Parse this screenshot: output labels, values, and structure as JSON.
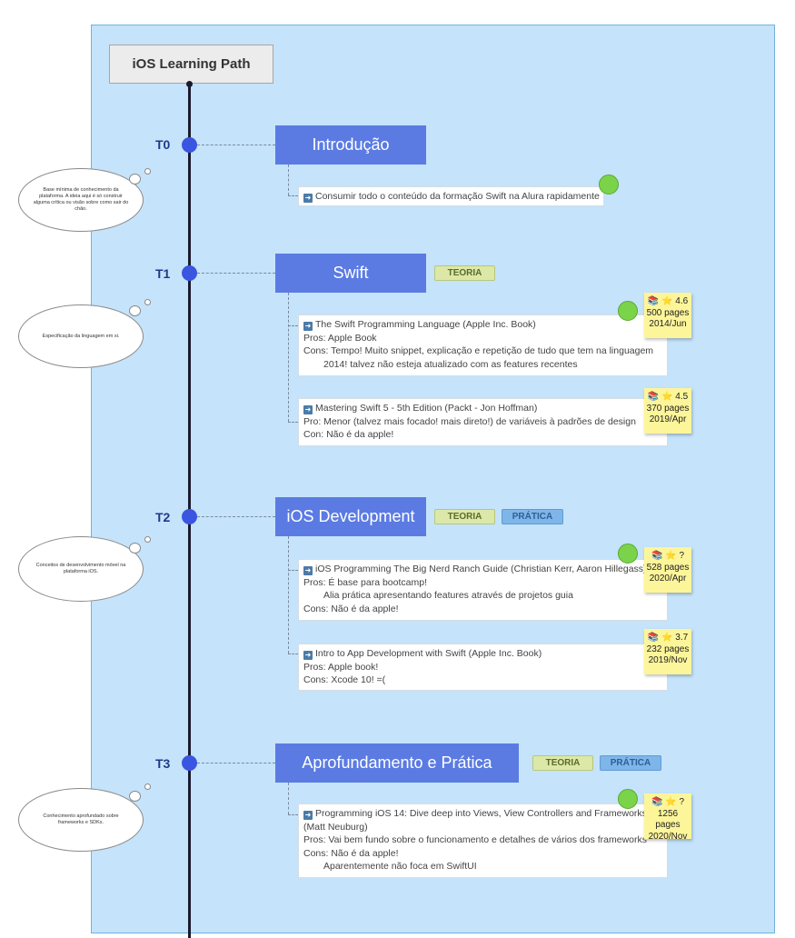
{
  "root": {
    "title": "iOS Learning Path"
  },
  "stages": [
    {
      "id": "T0",
      "label": "T0",
      "topic": "Introdução",
      "note": "Base mínima de conhecimento da plataforma. A ideia aqui é só construir alguma crítica ou visão sobre como sair do chão."
    },
    {
      "id": "T1",
      "label": "T1",
      "topic": "Swift",
      "tags": [
        "TEORIA"
      ],
      "note": "Especificação da linguagem em si."
    },
    {
      "id": "T2",
      "label": "T2",
      "topic": "iOS Development",
      "tags": [
        "TEORIA",
        "PRÁTICA"
      ],
      "note": "Conceitos de desenvolvimento móvel na plataforma iOS."
    },
    {
      "id": "T3",
      "label": "T3",
      "topic": "Aprofundamento e Prática",
      "tags": [
        "TEORIA",
        "PRÁTICA"
      ],
      "note": "Conhecimento aprofundado sobre frameworks e SDKs."
    }
  ],
  "items": [
    {
      "lines": [
        "Consumir todo o conteúdo da formação Swift na Alura rapidamente"
      ]
    },
    {
      "lines": [
        "The Swift Programming Language (Apple Inc. Book)",
        "Pros: Apple Book",
        "Cons: Tempo! Muito snippet, explicação e repetição de tudo que tem na linguagem",
        "2014! talvez não esteja atualizado com as features recentes"
      ],
      "meta": {
        "rating": "📚 ⭐ 4.6",
        "pages": "500 pages",
        "date": "2014/Jun"
      }
    },
    {
      "lines": [
        "Mastering Swift 5 - 5th Edition (Packt - Jon Hoffman)",
        "Pro: Menor (talvez mais focado! mais direto!) de variáveis à padrões de design",
        "Con: Não é da apple!"
      ],
      "meta": {
        "rating": "📚 ⭐ 4.5",
        "pages": "370 pages",
        "date": "2019/Apr"
      }
    },
    {
      "lines": [
        "iOS Programming The Big Nerd Ranch Guide (Christian Kerr, Aaron Hillegass)",
        "Pros: É base para bootcamp!",
        "Alia prática apresentando features através de projetos guia",
        "Cons: Não é da apple!"
      ],
      "meta": {
        "rating": "📚 ⭐ ?",
        "pages": "528 pages",
        "date": "2020/Apr"
      }
    },
    {
      "lines": [
        "Intro to App Development with Swift (Apple Inc. Book)",
        "Pros: Apple book!",
        "Cons: Xcode 10! =("
      ],
      "meta": {
        "rating": "📚 ⭐ 3.7",
        "pages": "232 pages",
        "date": "2019/Nov"
      }
    },
    {
      "lines": [
        "Programming iOS 14: Dive deep into Views, View Controllers and Frameworks",
        "(Matt Neuburg)",
        "Pros: Vai bem fundo sobre o funcionamento e detalhes de vários dos frameworks",
        "Cons: Não é da apple!",
        "Aparentemente não foca em SwiftUI"
      ],
      "meta": {
        "rating": "📚 ⭐ ?",
        "pages": "1256 pages",
        "date": "2020/Nov"
      }
    }
  ],
  "colors": {
    "canvas": "#c5e3fa",
    "topic": "#5b7be3",
    "dot": "#3a55e0",
    "sticky": "#fdf59a",
    "status_done": "#7bd34a",
    "tag_teoria": "#dce8a8",
    "tag_pratica": "#7eb6ea"
  }
}
